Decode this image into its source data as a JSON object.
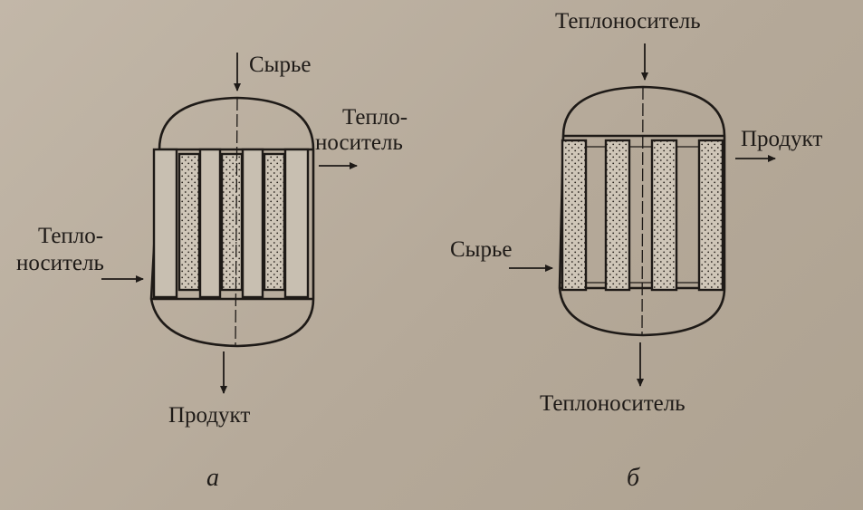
{
  "diagram_a": {
    "label_top": "Сырье",
    "label_right_line1": "Тепло-",
    "label_right_line2": "носитель",
    "label_left_line1": "Тепло-",
    "label_left_line2": "носитель",
    "label_bottom": "Продукт",
    "caption": "а"
  },
  "diagram_b": {
    "label_top": "Теплоноситель",
    "label_right": "Продукт",
    "label_left": "Сырье",
    "label_bottom": "Теплоноситель",
    "caption": "б"
  }
}
